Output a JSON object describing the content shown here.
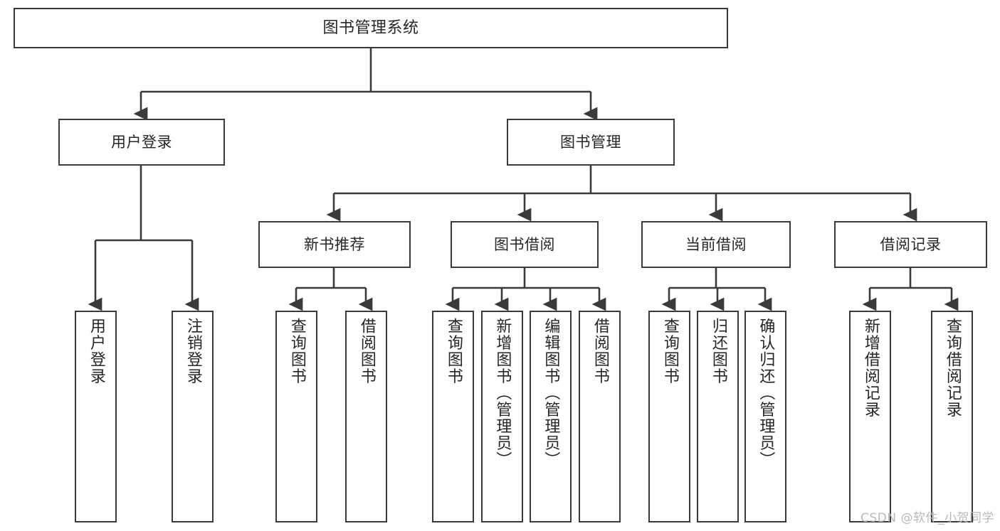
{
  "diagram": {
    "type": "tree",
    "title": "图书管理系统",
    "watermark": "CSDN @软件_小贺同学",
    "colors": {
      "background": "#ffffff",
      "box_border": "#3a3a3a",
      "box_fill": "#ffffff",
      "text": "#262626",
      "connector": "#3a3a3a",
      "watermark": "#b9b9b9"
    },
    "nodes": {
      "root": {
        "label": "图书管理系统"
      },
      "level2": [
        {
          "id": "user-login",
          "label": "用户登录"
        },
        {
          "id": "book-manage",
          "label": "图书管理"
        }
      ],
      "level3": [
        {
          "id": "new-book-recommend",
          "label": "新书推荐"
        },
        {
          "id": "book-borrow",
          "label": "图书借阅"
        },
        {
          "id": "current-borrow",
          "label": "当前借阅"
        },
        {
          "id": "borrow-record",
          "label": "借阅记录"
        }
      ],
      "leaves": {
        "user-login": [
          {
            "id": "leaf-user-login",
            "label": "用户登录"
          },
          {
            "id": "leaf-logout-login",
            "label": "注销登录"
          }
        ],
        "new-book-recommend": [
          {
            "id": "leaf-query-book-1",
            "label": "查询图书"
          },
          {
            "id": "leaf-borrow-book-1",
            "label": "借阅图书"
          }
        ],
        "book-borrow": [
          {
            "id": "leaf-query-book-2",
            "label": "查询图书"
          },
          {
            "id": "leaf-add-book",
            "label": "新增图书（管理员）"
          },
          {
            "id": "leaf-edit-book",
            "label": "编辑图书（管理员）"
          },
          {
            "id": "leaf-borrow-book-2",
            "label": "借阅图书"
          }
        ],
        "current-borrow": [
          {
            "id": "leaf-query-book-3",
            "label": "查询图书"
          },
          {
            "id": "leaf-return-book",
            "label": "归还图书"
          },
          {
            "id": "leaf-confirm-return",
            "label": "确认归还（管理员）"
          }
        ],
        "borrow-record": [
          {
            "id": "leaf-add-record",
            "label": "新增借阅记录"
          },
          {
            "id": "leaf-query-record",
            "label": "查询借阅记录"
          }
        ]
      }
    }
  }
}
